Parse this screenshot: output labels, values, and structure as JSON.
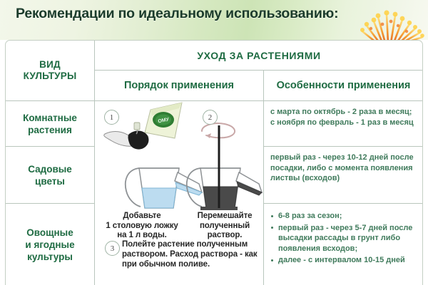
{
  "header": {
    "title": "Рекомендации по идеальному использованию:",
    "decoration_icon": "orange-flower-icon",
    "title_color": "#1b3b2b",
    "background_accent": "#cde4b6"
  },
  "table": {
    "columns": {
      "crop_type": "ВИД\nКУЛЬТУРЫ",
      "crop_type_line1": "ВИД",
      "crop_type_line2": "КУЛЬТУРЫ",
      "care_group": "УХОД ЗА РАСТЕНИЯМИ",
      "order_of_use": "Порядок применения",
      "features_of_use": "Особенности применения"
    },
    "rows": [
      {
        "label_line1": "Комнатные",
        "label_line2": "растения",
        "features_lines": [
          "с марта по октябрь - 2 раза в месяц;",
          "с ноября по февраль - 1 раз в месяц"
        ]
      },
      {
        "label_line1": "Садовые",
        "label_line2": "цветы",
        "features_lines": [
          "первый раз - через 10-12 дней после",
          "посадки, либо с момента появления",
          "листвы (всходов)"
        ]
      },
      {
        "label_line1": "Овощные",
        "label_line2": "и ягодные",
        "label_line3": "культуры",
        "features_bullets": [
          "6-8 раз за сезон;",
          "первый раз - через 5-7 дней после высадки рассады в грунт либо появления всходов;",
          "далее - с интервалом 10-15 дней"
        ]
      }
    ]
  },
  "illustration": {
    "steps": [
      {
        "number": "1",
        "caption_line1": "Добавьте",
        "caption_line2": "1 столовую ложку",
        "caption_line3": "на 1 л воды.",
        "icons": [
          "fertilizer-packet-icon",
          "spoon-icon",
          "watering-can-icon"
        ]
      },
      {
        "number": "2",
        "caption_line1": "Перемешайте",
        "caption_line2": "полученный",
        "caption_line3": "раствор.",
        "icons": [
          "stirring-rod-icon",
          "circular-arrow-icon",
          "watering-can-icon"
        ]
      },
      {
        "number": "3",
        "text": "Полейте растение полученным раствором. Расход раствора - как при обычном поливе."
      }
    ],
    "colors": {
      "water": "#bcdcf0",
      "solution": "#4a4a4a",
      "packet": "#e9f0cf",
      "packet_logo": "#2e7d32",
      "outline": "#9a9a9a"
    }
  }
}
